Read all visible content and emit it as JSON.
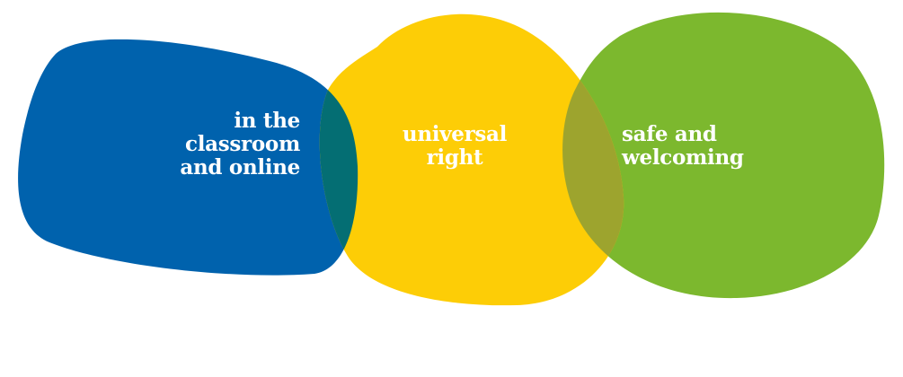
{
  "diagram": {
    "colors": {
      "blue": "#0062ad",
      "yellow": "#fdcd06",
      "green": "#7cb82e",
      "overlap_blue_yellow": "#046e73",
      "overlap_yellow_green": "#9da42e",
      "text": "#ffffff"
    },
    "blobs": [
      {
        "color_key": "blue",
        "lines": [
          "in the",
          "classroom",
          "and online"
        ]
      },
      {
        "color_key": "yellow",
        "lines": [
          "universal",
          "right"
        ]
      },
      {
        "color_key": "green",
        "lines": [
          "safe and",
          "welcoming"
        ]
      }
    ]
  }
}
